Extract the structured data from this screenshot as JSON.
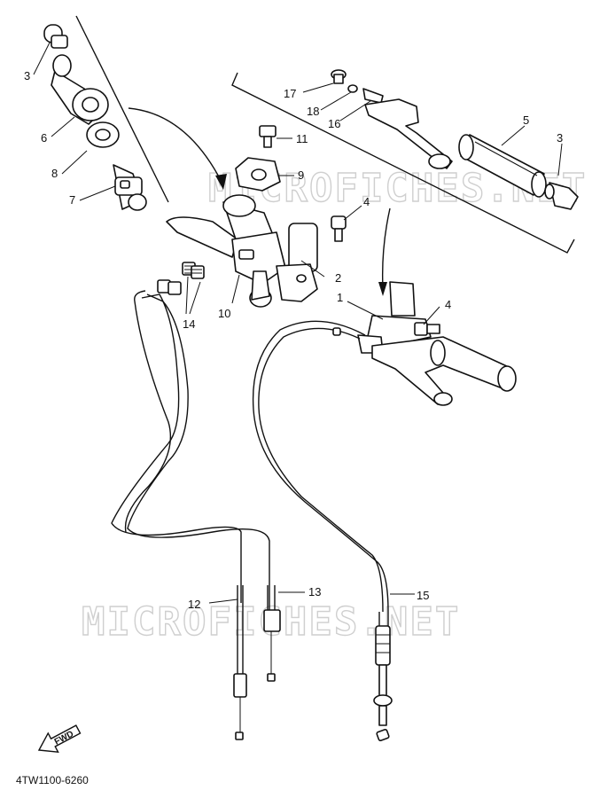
{
  "watermark": "MICROFICHES.NET",
  "diagram_code": "4TW1100-6260",
  "fwd_label": "FWD",
  "callouts": [
    {
      "id": "c3a",
      "label": "3"
    },
    {
      "id": "c6",
      "label": "6"
    },
    {
      "id": "c8",
      "label": "8"
    },
    {
      "id": "c7",
      "label": "7"
    },
    {
      "id": "c11",
      "label": "11"
    },
    {
      "id": "c9",
      "label": "9"
    },
    {
      "id": "c4a",
      "label": "4"
    },
    {
      "id": "c2",
      "label": "2"
    },
    {
      "id": "c10",
      "label": "10"
    },
    {
      "id": "c14",
      "label": "14"
    },
    {
      "id": "c17",
      "label": "17"
    },
    {
      "id": "c18",
      "label": "18"
    },
    {
      "id": "c16",
      "label": "16"
    },
    {
      "id": "c5",
      "label": "5"
    },
    {
      "id": "c3b",
      "label": "3"
    },
    {
      "id": "c1",
      "label": "1"
    },
    {
      "id": "c4b",
      "label": "4"
    },
    {
      "id": "c12",
      "label": "12"
    },
    {
      "id": "c13",
      "label": "13"
    },
    {
      "id": "c15",
      "label": "15"
    }
  ]
}
